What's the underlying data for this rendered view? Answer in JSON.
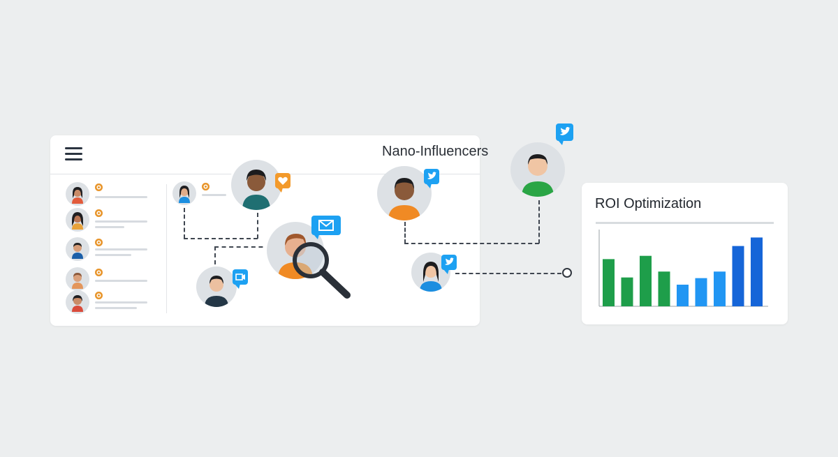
{
  "headings": {
    "nano_influencers": "Nano-Influencers",
    "roi_optimization": "ROI Optimization"
  },
  "icons": {
    "menu": "hamburger-menu-icon",
    "platform": "twitter-bird-icon",
    "heart": "heart-icon",
    "mail": "envelope-icon",
    "search": "magnifying-glass-icon",
    "video": "video-icon"
  },
  "colors": {
    "twitter_blue": "#1da1f2",
    "orange_accent": "#f39a2b",
    "green_bar": "#1e9e4a",
    "light_blue_bar": "#2196f3",
    "dark_blue_bar": "#1565d8"
  },
  "chart_data": {
    "type": "bar",
    "values": [
      72,
      44,
      77,
      53,
      33,
      43,
      53,
      92,
      105
    ],
    "colors": [
      "green",
      "green",
      "green",
      "green",
      "light-blue",
      "light-blue",
      "light-blue",
      "dark-blue",
      "dark-blue"
    ],
    "ylim": [
      0,
      115
    ],
    "grid": false,
    "legend": "none"
  }
}
